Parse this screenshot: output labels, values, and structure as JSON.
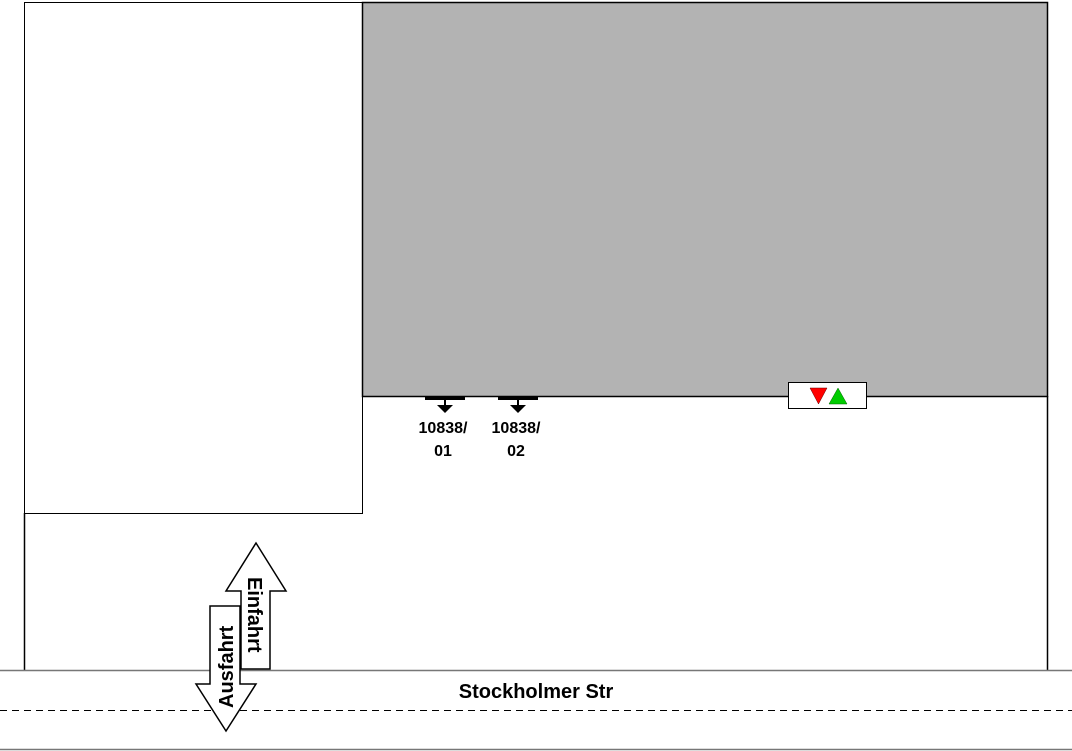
{
  "street": {
    "name": "Stockholmer Str"
  },
  "sensors": [
    {
      "line1": "10838/",
      "line2": "01"
    },
    {
      "line1": "10838/",
      "line2": "02"
    }
  ],
  "arrows": {
    "entry": "Einfahrt",
    "exit": "Ausfahrt"
  },
  "signal": {
    "icons": [
      "red-down-triangle",
      "green-up-triangle"
    ]
  },
  "colors": {
    "building": "#b3b3b3",
    "signal_red": "#ff0000",
    "signal_green": "#00cc00"
  }
}
